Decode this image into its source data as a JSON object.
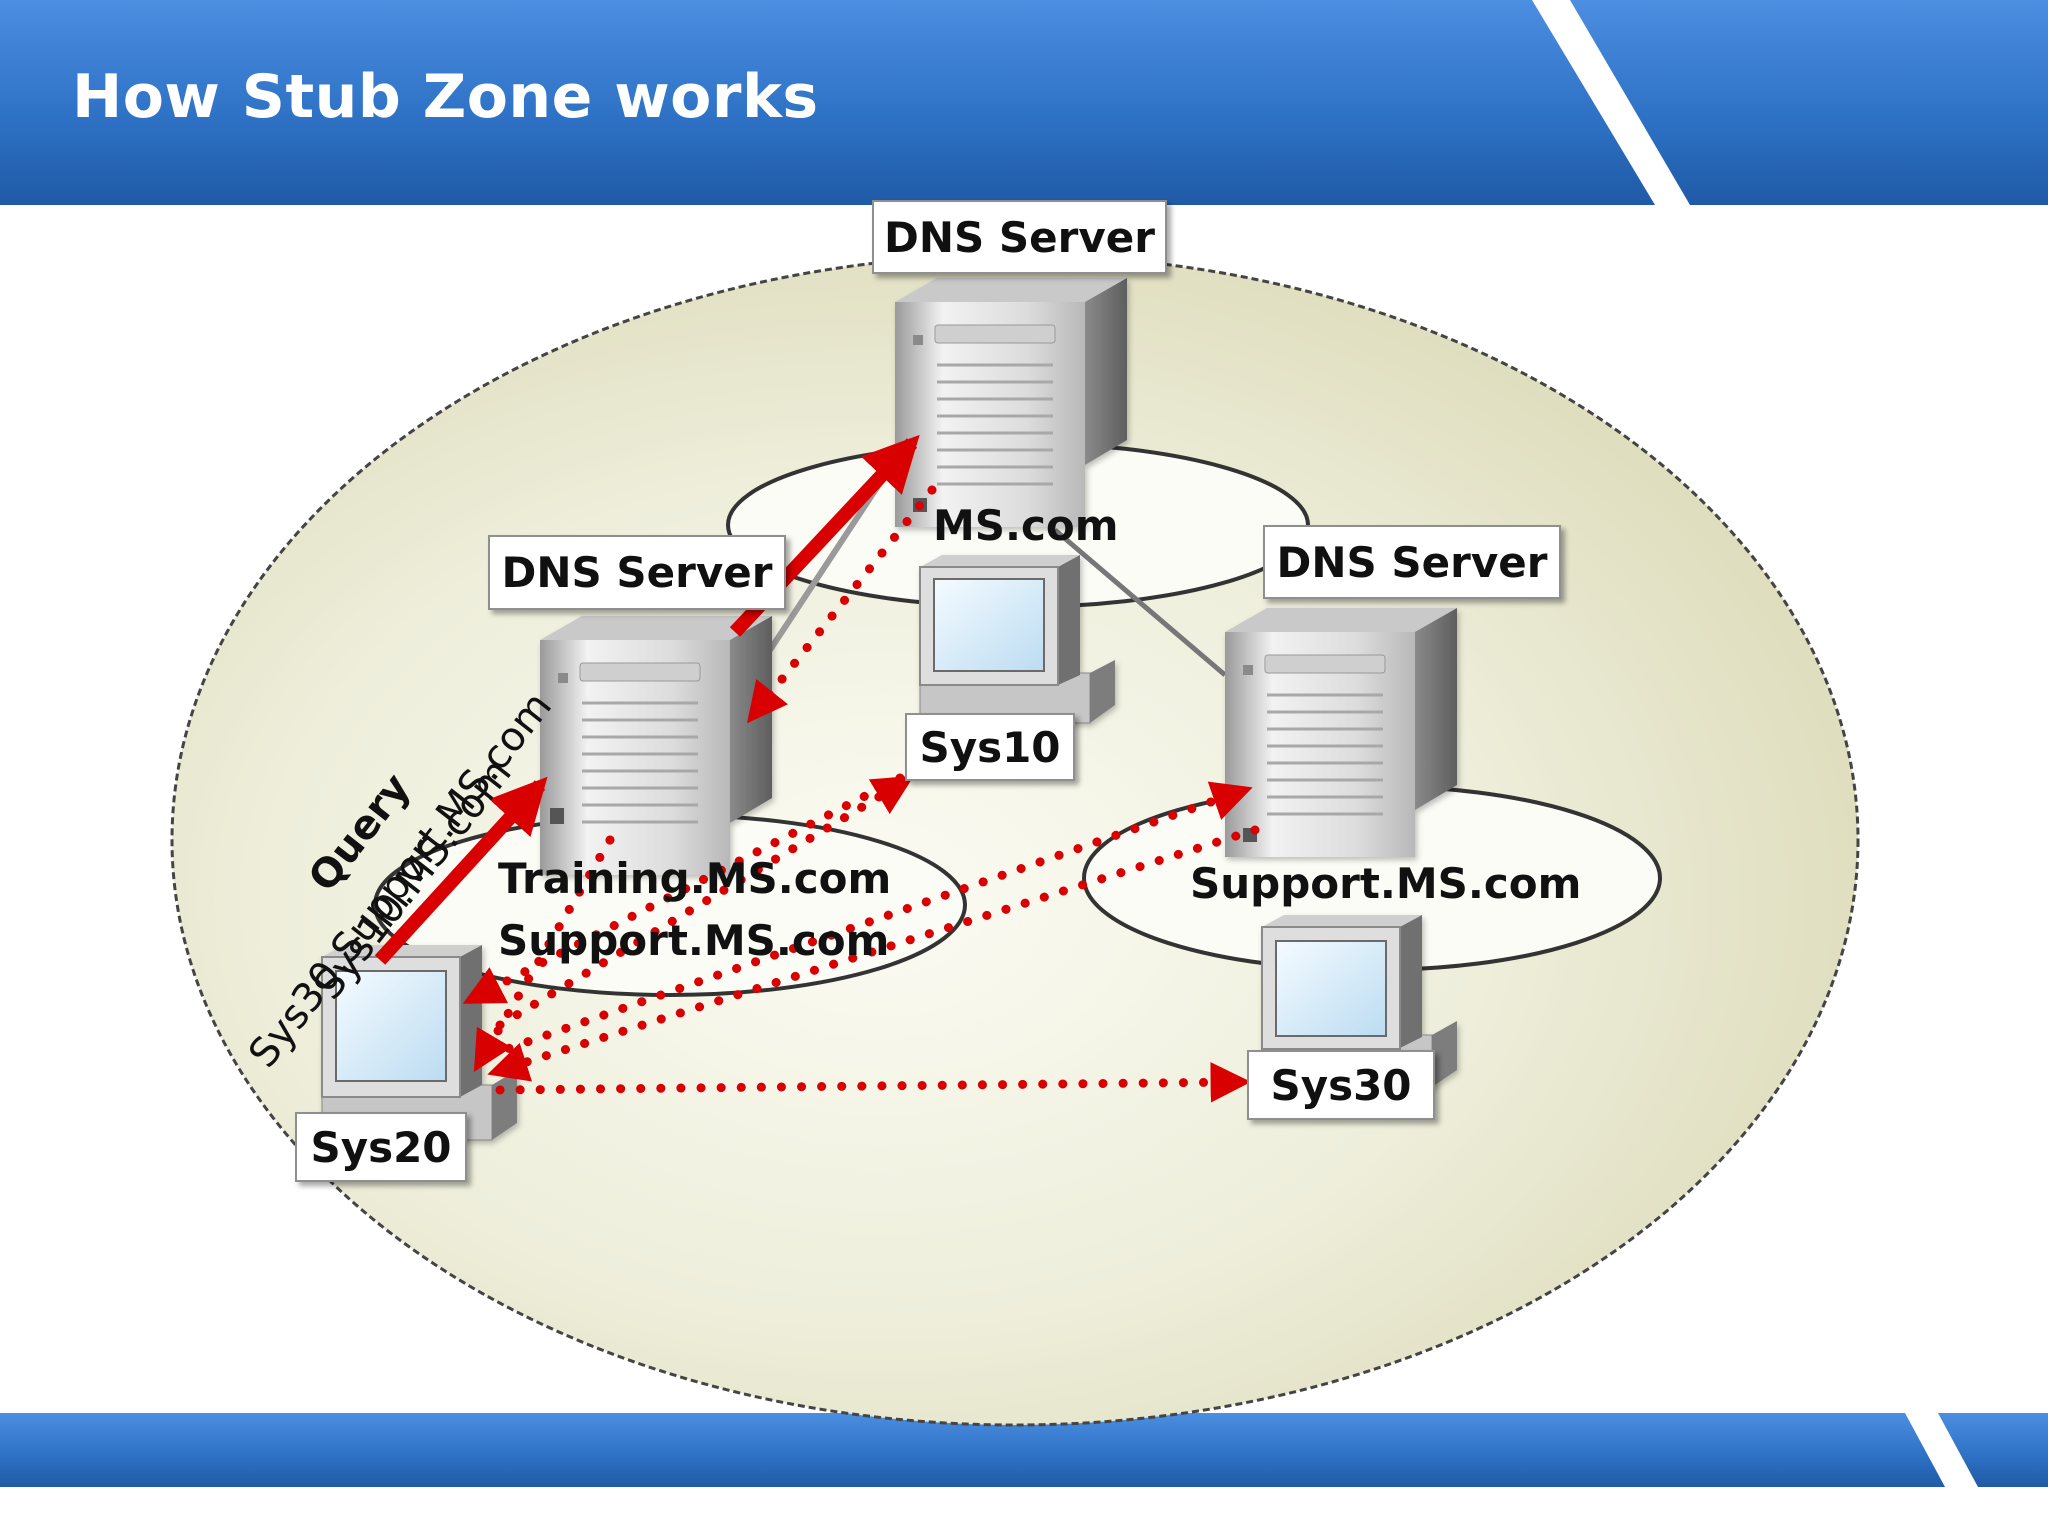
{
  "slide": {
    "title": "How Stub Zone works"
  },
  "labels": {
    "dns_top": "DNS Server",
    "dns_left": "DNS Server",
    "dns_right": "DNS Server",
    "sys10": "Sys10",
    "sys20": "Sys20",
    "sys30": "Sys30"
  },
  "zones": {
    "root": "MS.com",
    "training": "Training.MS.com",
    "training_stub": "Support.MS.com",
    "support": "Support.MS.com"
  },
  "annotations": {
    "query_word": "Query",
    "query_name_1": "Sys10.MS.com",
    "query_name_2": "Sys30.Support.MS.com"
  },
  "colors": {
    "banner_blue": "#2f73c7",
    "banner_dark": "#1f5aa6",
    "arrow_red": "#d80000",
    "domain_fill": "#e6e6cc"
  },
  "icons": [
    "server-tower-icon",
    "workstation-monitor-icon",
    "arrow-icon"
  ]
}
